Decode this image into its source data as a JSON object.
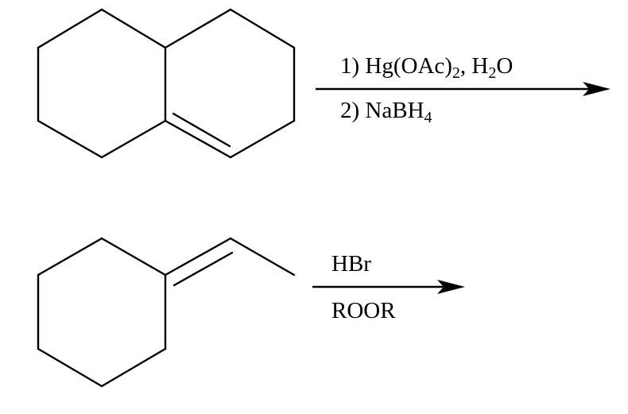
{
  "reaction_1": {
    "reagent_step_1": {
      "prefix": "1) Hg(OAc)",
      "sub_1": "2",
      "middle": ", H",
      "sub_2": "2",
      "suffix": "O"
    },
    "reagent_step_2": {
      "prefix": "2) NaBH",
      "sub": "4"
    },
    "substrate": "octahydronaphthalene (bicyclic alkene)"
  },
  "reaction_2": {
    "reagent_above": "HBr",
    "reagent_below": "ROOR",
    "substrate": "ethylidenecyclohexane"
  },
  "colors": {
    "ink": "#000000",
    "background": "#ffffff"
  }
}
